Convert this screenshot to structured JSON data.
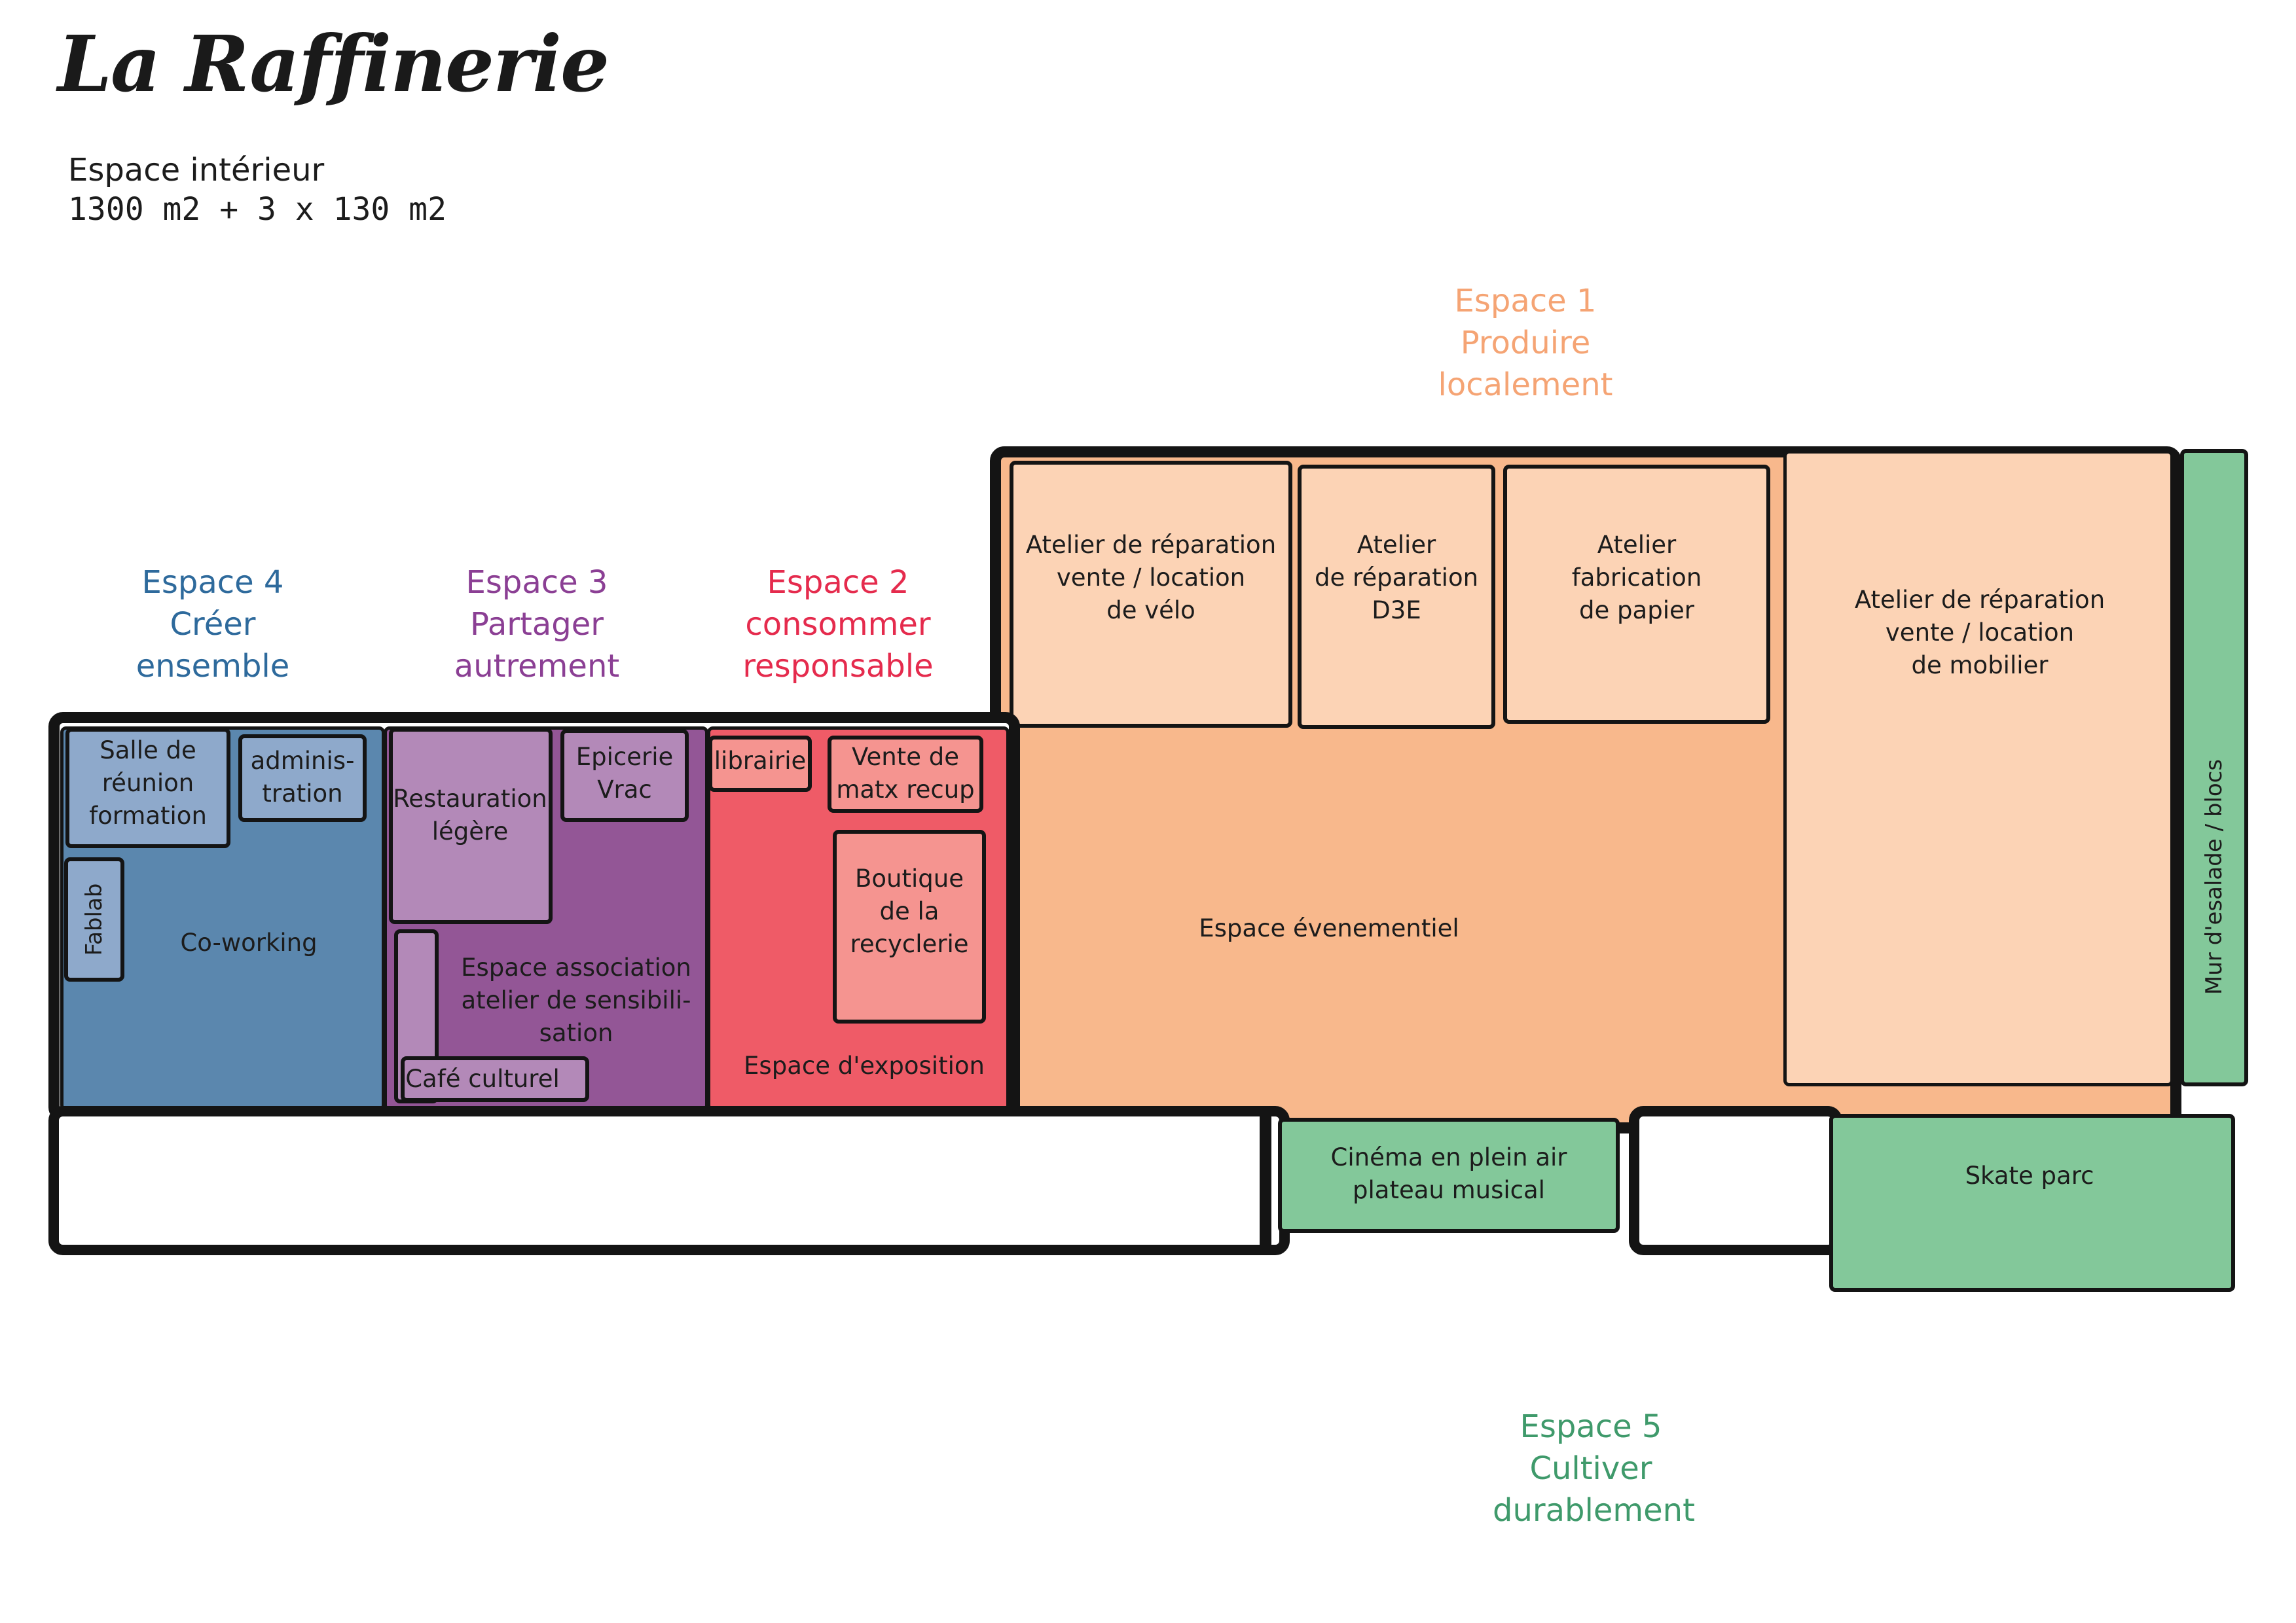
{
  "title": "La Raffinerie",
  "subtitle": {
    "line1": "Espace intérieur",
    "line2": "1300 m2 + 3 x 130 m2"
  },
  "colors": {
    "outline": "#141414",
    "espace1_label": "#f5a474",
    "espace1_fill": "#f8b88c",
    "espace1_light": "#fcd3b5",
    "espace2_label": "#e52b4d",
    "espace2_fill": "#ef5b67",
    "espace2_light": "#f59490",
    "espace3_label": "#8b3f94",
    "espace3_fill": "#935696",
    "espace3_light": "#b389b8",
    "espace4_label": "#2e6a9c",
    "espace4_fill": "#5b87ae",
    "espace4_light": "#8ea9cb",
    "espace5_label": "#3f9a6b",
    "espace5_fill": "#83c89a"
  },
  "espaces": {
    "e1": [
      "Espace 1",
      "Produire",
      "localement"
    ],
    "e2": [
      "Espace 2",
      "consommer",
      "responsable"
    ],
    "e3": [
      "Espace 3",
      "Partager",
      "autrement"
    ],
    "e4": [
      "Espace 4",
      "Créer",
      "ensemble"
    ],
    "e5": [
      "Espace 5",
      "Cultiver",
      "durablement"
    ]
  },
  "rooms": {
    "salle_reunion": [
      "Salle de",
      "réunion",
      "formation"
    ],
    "administration": [
      "adminis-",
      "tration"
    ],
    "fablab": "Fablab",
    "coworking": "Co-working",
    "restauration": [
      "Restauration",
      "légère"
    ],
    "epicerie": [
      "Epicerie",
      "Vrac"
    ],
    "espace_association": [
      "Espace association",
      "atelier de sensibili-",
      "sation"
    ],
    "cafe_culturel": "Café culturel",
    "librairie": "librairie",
    "vente_matx": [
      "Vente de",
      "matx recup"
    ],
    "boutique": [
      "Boutique",
      "de la",
      "recyclerie"
    ],
    "exposition": "Espace d'exposition",
    "atelier_velo": [
      "Atelier de réparation",
      "vente / location",
      "de vélo"
    ],
    "atelier_d3e": [
      "Atelier",
      "de réparation",
      "D3E"
    ],
    "atelier_papier": [
      "Atelier",
      "fabrication",
      "de papier"
    ],
    "atelier_mobilier": [
      "Atelier de réparation",
      "vente / location",
      "de mobilier"
    ],
    "evenementiel": "Espace évenementiel",
    "mur_escalade": "Mur d'esalade / blocs",
    "cinema": [
      "Cinéma en plein air",
      "plateau musical"
    ],
    "skate": "Skate parc"
  }
}
